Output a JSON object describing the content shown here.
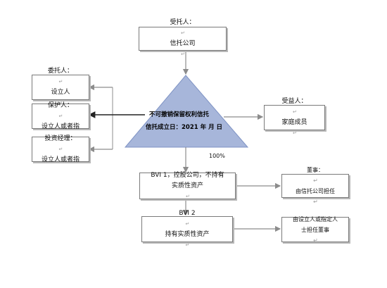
{
  "trustee": {
    "line1": "受托人：",
    "line2": "信托公司"
  },
  "settlor": {
    "line1": "委托人：",
    "line2": "设立人"
  },
  "protector": {
    "line1": "保护人：",
    "line2": "设立人或者指"
  },
  "investment_manager": {
    "line1": "投资经理：",
    "line2": "设立人或者指"
  },
  "trust": {
    "line1": "不可撤销保留权利信托",
    "line2": "信托成立日：2021 年   月    日"
  },
  "beneficiary": {
    "line1": "受益人：",
    "line2": "家庭成员"
  },
  "ownership": {
    "label": "100%"
  },
  "bvi1": {
    "line1": "BVI 1，控股公司，不持有",
    "line2": "实质性资产"
  },
  "director1": {
    "line1": "董事：",
    "line2": "由信托公司担任"
  },
  "bvi2": {
    "line1": "BVI 2",
    "line2": "持有实质性资产"
  },
  "director2": {
    "line1": "由设立人或指定人",
    "line2": "士担任董事"
  },
  "colors": {
    "line": "#8c8c8c",
    "triangle": "#a7b6da",
    "border": "#7a7a7a"
  }
}
